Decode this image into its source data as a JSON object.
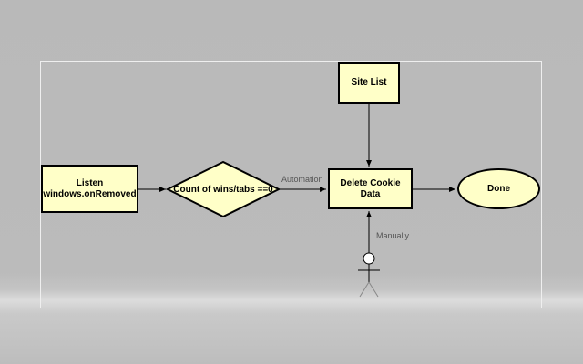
{
  "nodes": {
    "listen": "Listen\nwindows.onRemoved",
    "decision": "Count of wins/tabs ==0",
    "site_list": "Site List",
    "delete_cookie": "Delete Cookie Data",
    "done": "Done"
  },
  "edge_labels": {
    "automation": "Automation",
    "manually": "Manually"
  },
  "colors": {
    "node_fill": "#ffffc8",
    "stroke": "#000000",
    "actor": "#ffffff"
  }
}
